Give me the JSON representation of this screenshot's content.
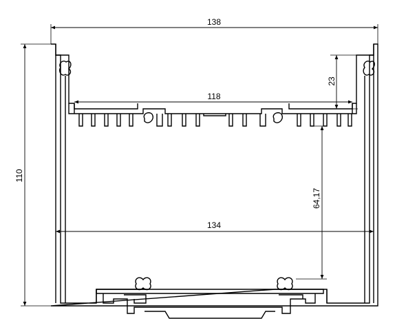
{
  "dimensions": {
    "overall_width": "138",
    "inner_width": "118",
    "span_width": "134",
    "overall_height": "110",
    "tray_depth": "23",
    "clearance": "64,17"
  }
}
